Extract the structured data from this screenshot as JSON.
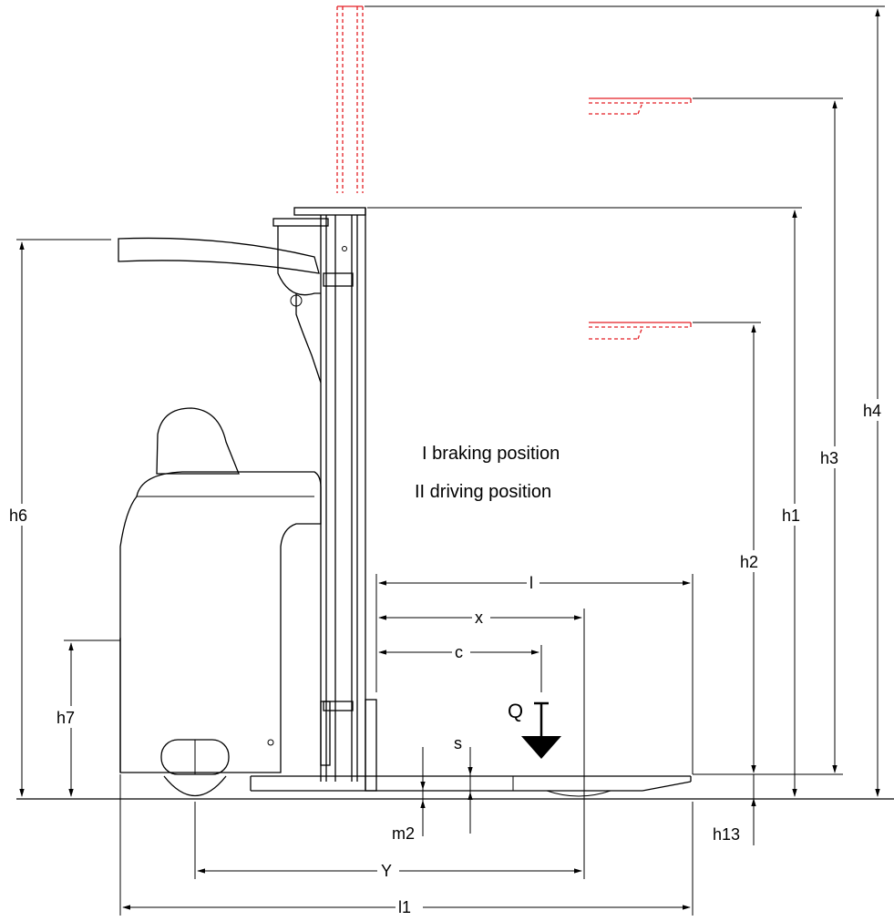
{
  "legend": {
    "line1": "I  braking position",
    "line2": "II  driving position"
  },
  "labels": {
    "h1": "h1",
    "h2": "h2",
    "h3": "h3",
    "h4": "h4",
    "h6": "h6",
    "h7": "h7",
    "h13": "h13",
    "m2": "m2",
    "s": "s",
    "l": "l",
    "x": "x",
    "c": "c",
    "Y": "Y",
    "l1": "l1",
    "Q": "Q"
  },
  "colors": {
    "lines": "#000000",
    "raised_parts": "#e31e24"
  }
}
